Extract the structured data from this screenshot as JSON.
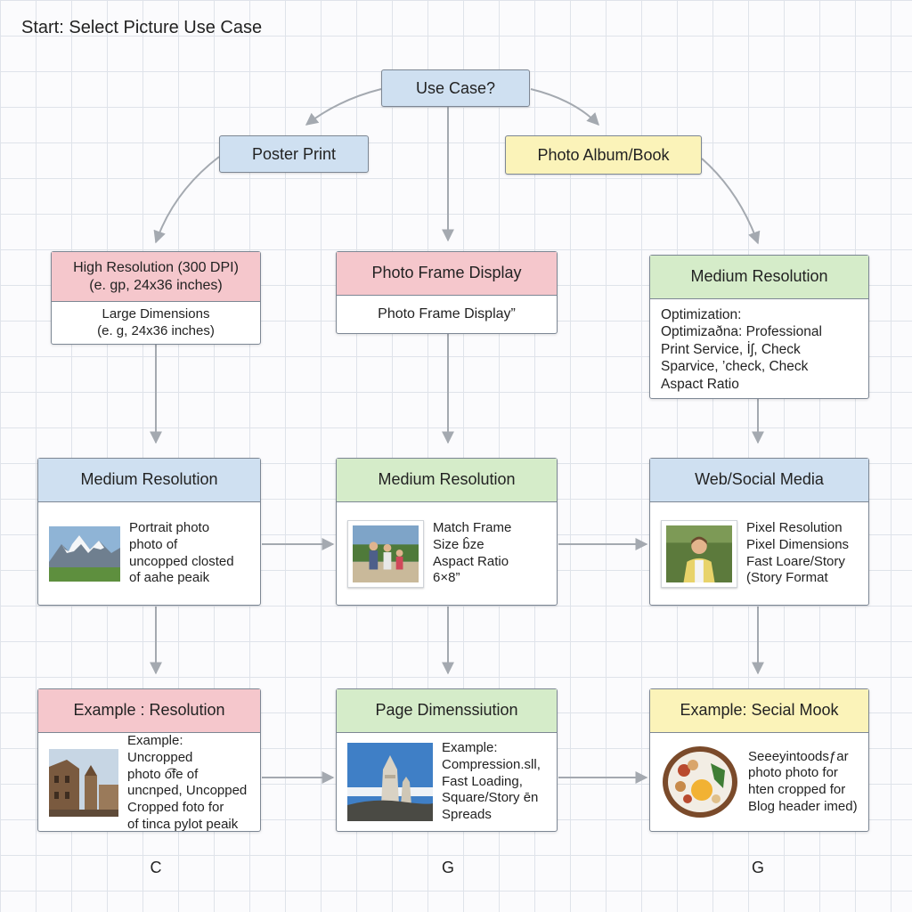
{
  "title": "Start: Select Picture Use Case",
  "colors": {
    "blue": "#cfe0f1",
    "yellow": "#fbf3b9",
    "pink": "#f5c7cc",
    "green": "#d5ecc9",
    "arrow": "#a4a9b0"
  },
  "nodes": {
    "use_case": "Use Case?",
    "poster_print": "Poster Print",
    "photo_album": "Photo Album/Book"
  },
  "cards": {
    "high_res": {
      "header": [
        "High Resolution (300 DPI)",
        "(e. gp, 24x36 inches)"
      ],
      "body": [
        "Large Dimensions",
        "(e. g, 24x36 inches)"
      ]
    },
    "photo_frame": {
      "header": [
        "Photo Frame Display"
      ],
      "body": [
        "Photo Frame Display”"
      ]
    },
    "medium_res_right": {
      "header": [
        "Medium Resolution"
      ],
      "body": [
        "Optimization:",
        "Optimizaðna: Professional",
        "Print Service, İʃ, Check",
        "Sparvice, ’check, Check",
        "Aspact Ratio"
      ]
    },
    "medium_res_left": {
      "header": [
        "Medium Resolution"
      ],
      "body": [
        "Portrait photo",
        "photo of",
        "uncopped closted",
        "of aahe peaik"
      ],
      "image": "mountain-landscape"
    },
    "medium_res_mid": {
      "header": [
        "Medium Resolution"
      ],
      "body": [
        "Match Frame",
        "Size b̂ze",
        "Aspact Ratio",
        "6×8”"
      ],
      "image": "family-portrait"
    },
    "web_social": {
      "header": [
        "Web/Social Media"
      ],
      "body": [
        "Pixel Resolution",
        "Pixel Dimensions",
        "Fast Loare/Story",
        "(Story Format"
      ],
      "image": "person-portrait"
    },
    "example_res": {
      "header": [
        "Example : Resolution"
      ],
      "body": [
        "Example: Uncropped",
        "photo o͡fe of",
        "uncnped, Uncopped",
        "Cropped foto for",
        "of tinca pylot peaik"
      ],
      "image": "old-town"
    },
    "page_dim": {
      "header": [
        "Page Dimenssiution"
      ],
      "body": [
        "Example:",
        "Compression.sll,",
        "Fast Loading,",
        "Square/Story ēn",
        "Spreads"
      ],
      "image": "monument"
    },
    "example_social": {
      "header": [
        "Example: Secial Mook"
      ],
      "body": [
        "Seeeyintoodsƒar",
        "photo photo for",
        "hten cropped for",
        "Blog header imed)"
      ],
      "image": "food-plate"
    }
  },
  "footer": [
    "C",
    "G",
    "G"
  ]
}
